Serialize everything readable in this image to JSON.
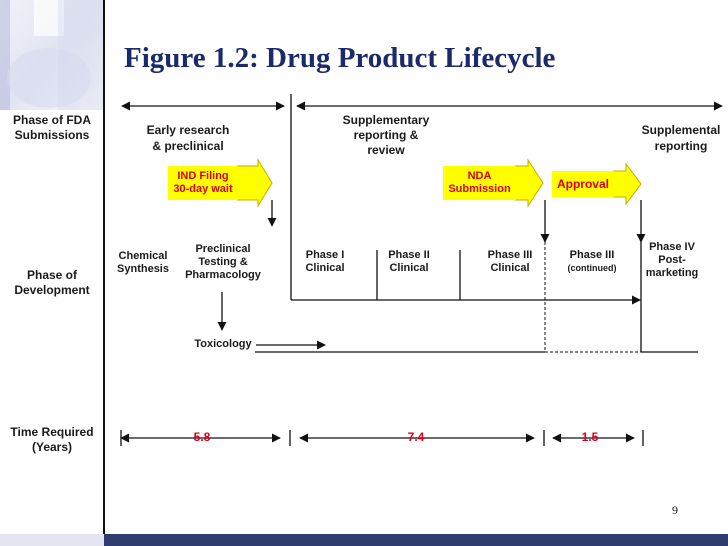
{
  "title": "Figure 1.2: Drug Product Lifecycle",
  "page_number": "9",
  "row_labels": {
    "fda_submissions": [
      "Phase of FDA",
      "Submissions"
    ],
    "development": [
      "Phase of",
      "Development"
    ],
    "time_required": [
      "Time Required",
      "(Years)"
    ]
  },
  "submissions": {
    "early_research": [
      "Early research",
      "& preclinical"
    ],
    "supplementary_review": [
      "Supplementary",
      "reporting &",
      "review"
    ],
    "supplemental_reporting": [
      "Supplemental",
      "reporting"
    ]
  },
  "milestones": {
    "ind_filing": [
      "IND Filing",
      "30-day wait"
    ],
    "nda_submission": [
      "NDA",
      "Submission"
    ],
    "approval": "Approval"
  },
  "phases": {
    "chemical_synthesis": [
      "Chemical",
      "Synthesis"
    ],
    "preclinical": [
      "Preclinical",
      "Testing &",
      "Pharmacology"
    ],
    "toxicology": "Toxicology",
    "phase1": [
      "Phase I",
      "Clinical"
    ],
    "phase2": [
      "Phase II",
      "Clinical"
    ],
    "phase3": [
      "Phase III",
      "Clinical"
    ],
    "phase3_cont": [
      "Phase III",
      "(continued)"
    ],
    "phase4": [
      "Phase IV",
      "Post-",
      "marketing"
    ]
  },
  "durations": {
    "early": "5.8",
    "clinical": "7.4",
    "approval": "1.5"
  },
  "colors": {
    "title": "#1b2a6b",
    "milestone_fill": "#ffff00",
    "milestone_text": "#d9001b",
    "duration_text": "#d9001b",
    "bottom_band": "#2e3d6e"
  }
}
